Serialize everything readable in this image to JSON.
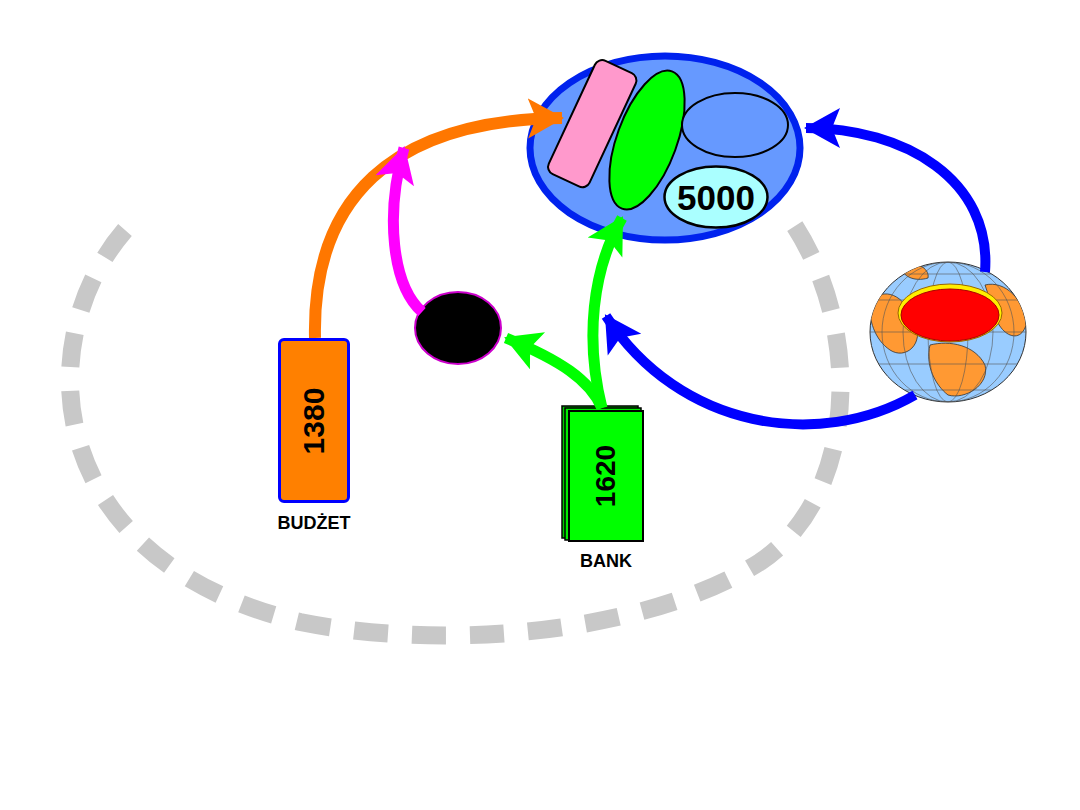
{
  "diagram": {
    "nodes": [
      {
        "text": [
          "5000"
        ]
      },
      {
        "text": [
          "1380",
          "BUDŻET"
        ]
      },
      {
        "text": [
          "1620",
          "BANK"
        ]
      }
    ]
  }
}
